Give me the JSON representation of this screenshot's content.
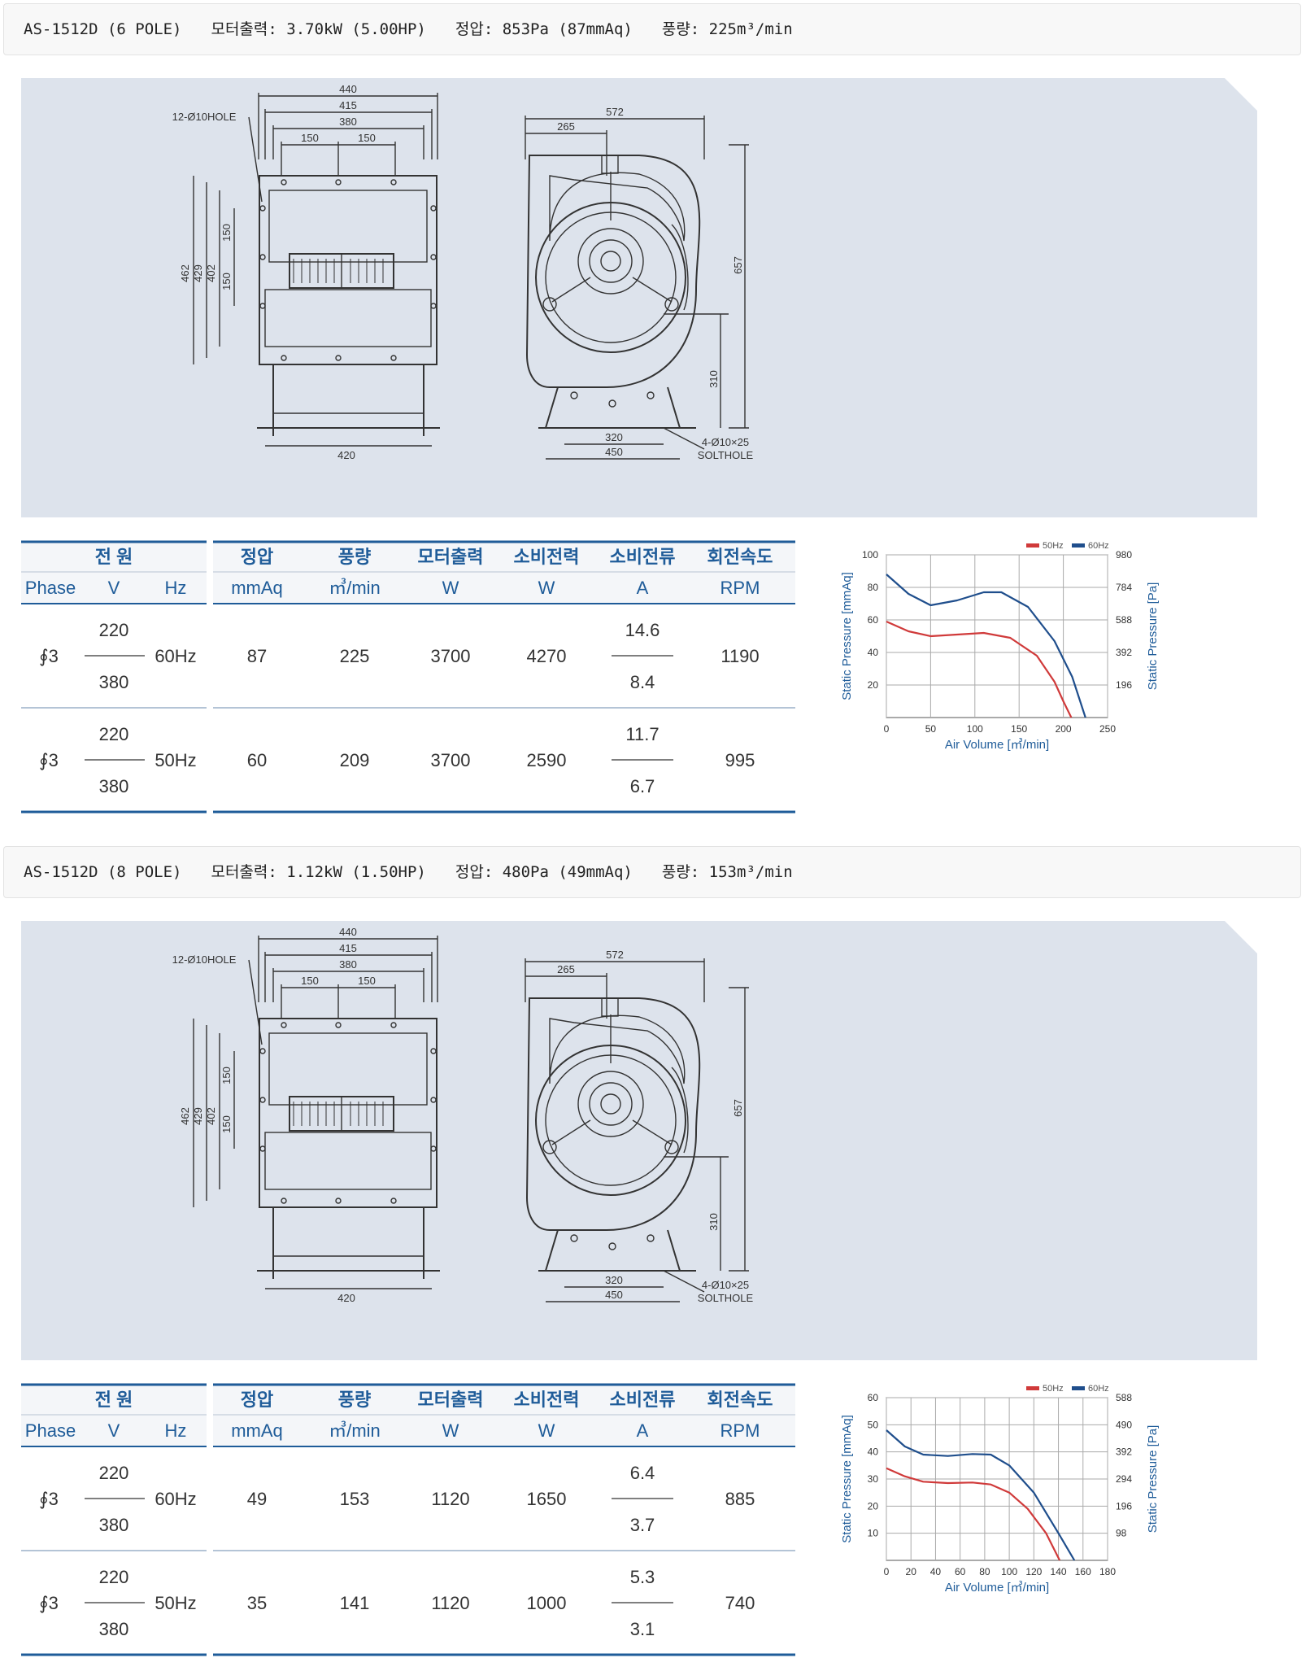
{
  "sections": [
    {
      "header": {
        "model": "AS-1512D (6 POLE)",
        "motor_output": "모터출력: 3.70kW (5.00HP)",
        "static_pressure": "정압: 853Pa (87mmAq)",
        "air_volume": "풍량: 225m³/min"
      },
      "drawing": {
        "front_dims": {
          "w440": "440",
          "w415": "415",
          "w380": "380",
          "h150a": "150",
          "h150b": "150",
          "hole": "12-Ø10HOLE",
          "h462": "462",
          "h429": "429",
          "h402": "402",
          "v150a": "150",
          "v150b": "150",
          "base": "420"
        },
        "side_dims": {
          "w572": "572",
          "w265": "265",
          "h657": "657",
          "h310": "310",
          "b320": "320",
          "b450": "450",
          "slot": "4-Ø10×25",
          "slot2": "SOLTHOLE"
        }
      },
      "table": {
        "group_power": "전 원",
        "col_sp": "정압",
        "col_flow": "풍량",
        "col_motor": "모터출력",
        "col_power": "소비전력",
        "col_current": "소비전류",
        "col_speed": "회전속도",
        "unit_phase": "Phase",
        "unit_v": "V",
        "unit_hz": "Hz",
        "unit_sp": "mmAq",
        "unit_flow": "㎥/min",
        "unit_motor": "W",
        "unit_power": "W",
        "unit_current": "A",
        "unit_speed": "RPM",
        "rows": [
          {
            "phase": "∮3",
            "v_top": "220",
            "v_bot": "380",
            "hz": "60Hz",
            "sp": "87",
            "flow": "225",
            "motor": "3700",
            "power": "4270",
            "a_top": "14.6",
            "a_bot": "8.4",
            "rpm": "1190"
          },
          {
            "phase": "∮3",
            "v_top": "220",
            "v_bot": "380",
            "hz": "50Hz",
            "sp": "60",
            "flow": "209",
            "motor": "3700",
            "power": "2590",
            "a_top": "11.7",
            "a_bot": "6.7",
            "rpm": "995"
          }
        ]
      },
      "chart_data": {
        "type": "line",
        "xlabel": "Air Volume [㎥/min]",
        "ylabel": "Static Pressure [mmAq]",
        "y2label": "Static Pressure [Pa]",
        "xlim": [
          0,
          250
        ],
        "ylim": [
          0,
          100
        ],
        "xticks": [
          0,
          50,
          100,
          150,
          200,
          250
        ],
        "yticks": [
          20,
          40,
          60,
          80,
          100
        ],
        "y2ticks": [
          "196",
          "392",
          "588",
          "784",
          "980"
        ],
        "grid": true,
        "legend_position": "top-right",
        "series": [
          {
            "name": "50Hz",
            "color": "#d03a3a",
            "x": [
              0,
              25,
              50,
              80,
              110,
              140,
              170,
              190,
              200,
              209
            ],
            "y": [
              59,
              53,
              50,
              51,
              52,
              49,
              38,
              22,
              10,
              0
            ]
          },
          {
            "name": "60Hz",
            "color": "#1f4e8c",
            "x": [
              0,
              25,
              50,
              80,
              110,
              130,
              160,
              190,
              210,
              225
            ],
            "y": [
              88,
              76,
              69,
              72,
              77,
              77,
              68,
              47,
              25,
              0
            ]
          }
        ]
      }
    },
    {
      "header": {
        "model": "AS-1512D (8 POLE)",
        "motor_output": "모터출력: 1.12kW (1.50HP)",
        "static_pressure": "정압: 480Pa (49mmAq)",
        "air_volume": "풍량: 153m³/min"
      },
      "drawing": {
        "front_dims": {
          "w440": "440",
          "w415": "415",
          "w380": "380",
          "h150a": "150",
          "h150b": "150",
          "hole": "12-Ø10HOLE",
          "h462": "462",
          "h429": "429",
          "h402": "402",
          "v150a": "150",
          "v150b": "150",
          "base": "420"
        },
        "side_dims": {
          "w572": "572",
          "w265": "265",
          "h657": "657",
          "h310": "310",
          "b320": "320",
          "b450": "450",
          "slot": "4-Ø10×25",
          "slot2": "SOLTHOLE"
        }
      },
      "table": {
        "group_power": "전 원",
        "col_sp": "정압",
        "col_flow": "풍량",
        "col_motor": "모터출력",
        "col_power": "소비전력",
        "col_current": "소비전류",
        "col_speed": "회전속도",
        "unit_phase": "Phase",
        "unit_v": "V",
        "unit_hz": "Hz",
        "unit_sp": "mmAq",
        "unit_flow": "㎥/min",
        "unit_motor": "W",
        "unit_power": "W",
        "unit_current": "A",
        "unit_speed": "RPM",
        "rows": [
          {
            "phase": "∮3",
            "v_top": "220",
            "v_bot": "380",
            "hz": "60Hz",
            "sp": "49",
            "flow": "153",
            "motor": "1120",
            "power": "1650",
            "a_top": "6.4",
            "a_bot": "3.7",
            "rpm": "885"
          },
          {
            "phase": "∮3",
            "v_top": "220",
            "v_bot": "380",
            "hz": "50Hz",
            "sp": "35",
            "flow": "141",
            "motor": "1120",
            "power": "1000",
            "a_top": "5.3",
            "a_bot": "3.1",
            "rpm": "740"
          }
        ]
      },
      "chart_data": {
        "type": "line",
        "xlabel": "Air Volume [㎥/min]",
        "ylabel": "Static Pressure [mmAq]",
        "y2label": "Static Pressure [Pa]",
        "xlim": [
          0,
          180
        ],
        "ylim": [
          0,
          60
        ],
        "xticks": [
          0,
          20,
          40,
          60,
          80,
          100,
          120,
          140,
          160,
          180
        ],
        "yticks": [
          10,
          20,
          30,
          40,
          50,
          60
        ],
        "y2ticks": [
          "98",
          "196",
          "294",
          "392",
          "490",
          "588"
        ],
        "grid": true,
        "legend_position": "top-right",
        "series": [
          {
            "name": "50Hz",
            "color": "#d03a3a",
            "x": [
              0,
              15,
              30,
              50,
              70,
              85,
              100,
              115,
              130,
              141
            ],
            "y": [
              34,
              31,
              29,
              28.5,
              28.7,
              28,
              25,
              19,
              10,
              0
            ]
          },
          {
            "name": "60Hz",
            "color": "#1f4e8c",
            "x": [
              0,
              15,
              30,
              50,
              70,
              85,
              100,
              120,
              140,
              153
            ],
            "y": [
              48,
              42,
              39,
              38.5,
              39.2,
              39,
              35,
              25,
              10,
              0
            ]
          }
        ]
      }
    }
  ]
}
